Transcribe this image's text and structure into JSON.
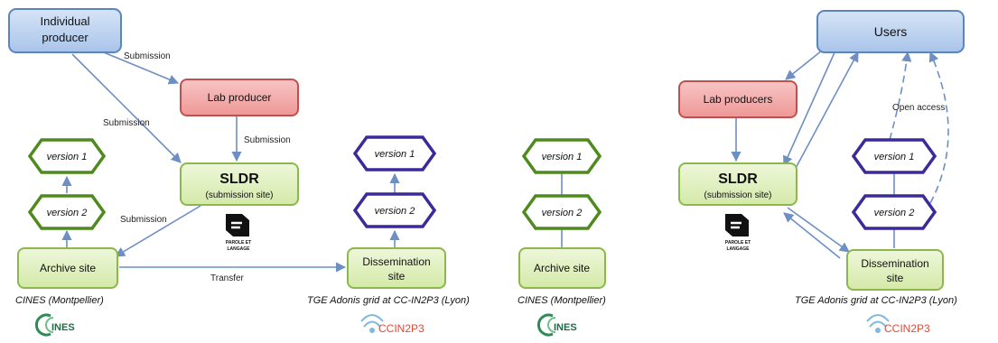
{
  "colors": {
    "blue_fill": "#bcd3ef",
    "blue_stroke": "#5b84c2",
    "red_fill": "#f2aaa9",
    "red_stroke": "#c0504d",
    "green_fill": "#e2f0c2",
    "green_stroke": "#8bb84a",
    "hex_green_stroke": "#4f8a1e",
    "hex_purple_stroke": "#3a2a9a",
    "arrow": "#6d8fc4",
    "cines": "#2e8b57",
    "ccin2p3": "#e24a35"
  },
  "left": {
    "individual_producer": "Individual producer",
    "lab_producer": "Lab producer",
    "sldr_title": "SLDR",
    "sldr_sub": "(submission site)",
    "archive_site": "Archive site",
    "dissemination_site_line1": "Dissemination",
    "dissemination_site_line2": "site",
    "version1_archive": "version 1",
    "version2_archive": "version 2",
    "version1_dissem": "version 1",
    "version2_dissem": "version 2",
    "edge_submission_1": "Submission",
    "edge_submission_2": "Submission",
    "edge_submission_3": "Submission",
    "edge_submission_4": "Submission",
    "edge_transfer": "Transfer",
    "caption_cines": "CINES (Montpellier)",
    "caption_tge": "TGE Adonis grid at CC-IN2P3 (Lyon)"
  },
  "middle": {
    "version1": "version 1",
    "version2": "version 2",
    "archive_site": "Archive site",
    "caption_cines": "CINES (Montpellier)"
  },
  "right": {
    "users": "Users",
    "lab_producers": "Lab producers",
    "sldr_title": "SLDR",
    "sldr_sub": "(submission site)",
    "version1": "version 1",
    "version2": "version 2",
    "dissemination_site_line1": "Dissemination",
    "dissemination_site_line2": "site",
    "open_access": "Open access",
    "caption_tge": "TGE Adonis grid at CC-IN2P3 (Lyon)"
  },
  "logos": {
    "parole_line1": "PAROLE ET",
    "parole_line2": "LANGAGE",
    "cines_text": "INES",
    "ccin2p3_text": "CCIN2P3"
  }
}
